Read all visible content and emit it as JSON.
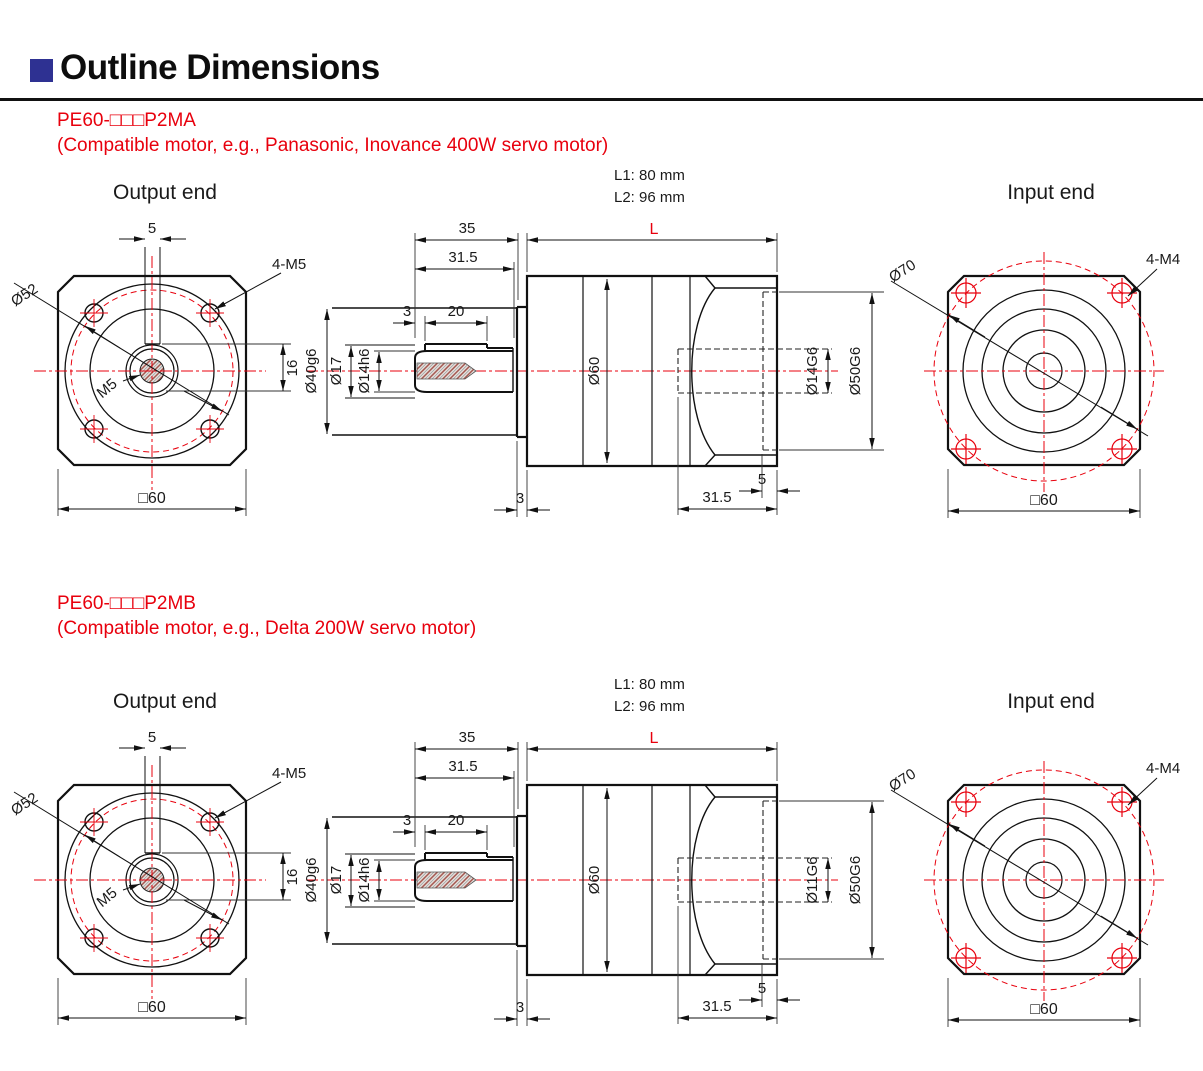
{
  "header": {
    "title": "Outline Dimensions"
  },
  "colors": {
    "accent_red": "#e8000d",
    "title_square_blue": "#2e3192",
    "line_black": "#111111"
  },
  "sections": [
    {
      "model": "PE60-□□□P2MA",
      "compat": "(Compatible motor, e.g., Panasonic, Inovance 400W servo motor)",
      "output_end": "Output end",
      "input_end": "Input end",
      "l1": "L1: 80 mm",
      "l2": "L2: 96 mm",
      "dims": {
        "key_width": "5",
        "bolt_out": "4-M5",
        "bolt_circle_out": "Ø52",
        "center_tap": "M5",
        "key_height": "16",
        "square_out": "□60",
        "boss_len_total": "35",
        "boss_len": "31.5",
        "key_offset": "3",
        "key_len": "20",
        "boss_dia": "Ø40g6",
        "step_dia": "Ø17",
        "shaft_dia": "Ø14h6",
        "body_dia": "Ø60",
        "body_len": "L",
        "bore_dia": "Ø14G6",
        "pilot_dia": "Ø50G6",
        "flange_t": "3",
        "bore_depth": "31.5",
        "pilot_depth": "5",
        "bolt_circle_in": "Ø70",
        "bolt_in": "4-M4",
        "square_in": "□60"
      }
    },
    {
      "model": "PE60-□□□P2MB",
      "compat": "(Compatible motor, e.g., Delta 200W servo motor)",
      "output_end": "Output end",
      "input_end": "Input end",
      "l1": "L1: 80 mm",
      "l2": "L2: 96 mm",
      "dims": {
        "key_width": "5",
        "bolt_out": "4-M5",
        "bolt_circle_out": "Ø52",
        "center_tap": "M5",
        "key_height": "16",
        "square_out": "□60",
        "boss_len_total": "35",
        "boss_len": "31.5",
        "key_offset": "3",
        "key_len": "20",
        "boss_dia": "Ø40g6",
        "step_dia": "Ø17",
        "shaft_dia": "Ø14h6",
        "body_dia": "Ø60",
        "body_len": "L",
        "bore_dia": "Ø11G6",
        "pilot_dia": "Ø50G6",
        "flange_t": "3",
        "bore_depth": "31.5",
        "pilot_depth": "5",
        "bolt_circle_in": "Ø70",
        "bolt_in": "4-M4",
        "square_in": "□60"
      }
    }
  ]
}
